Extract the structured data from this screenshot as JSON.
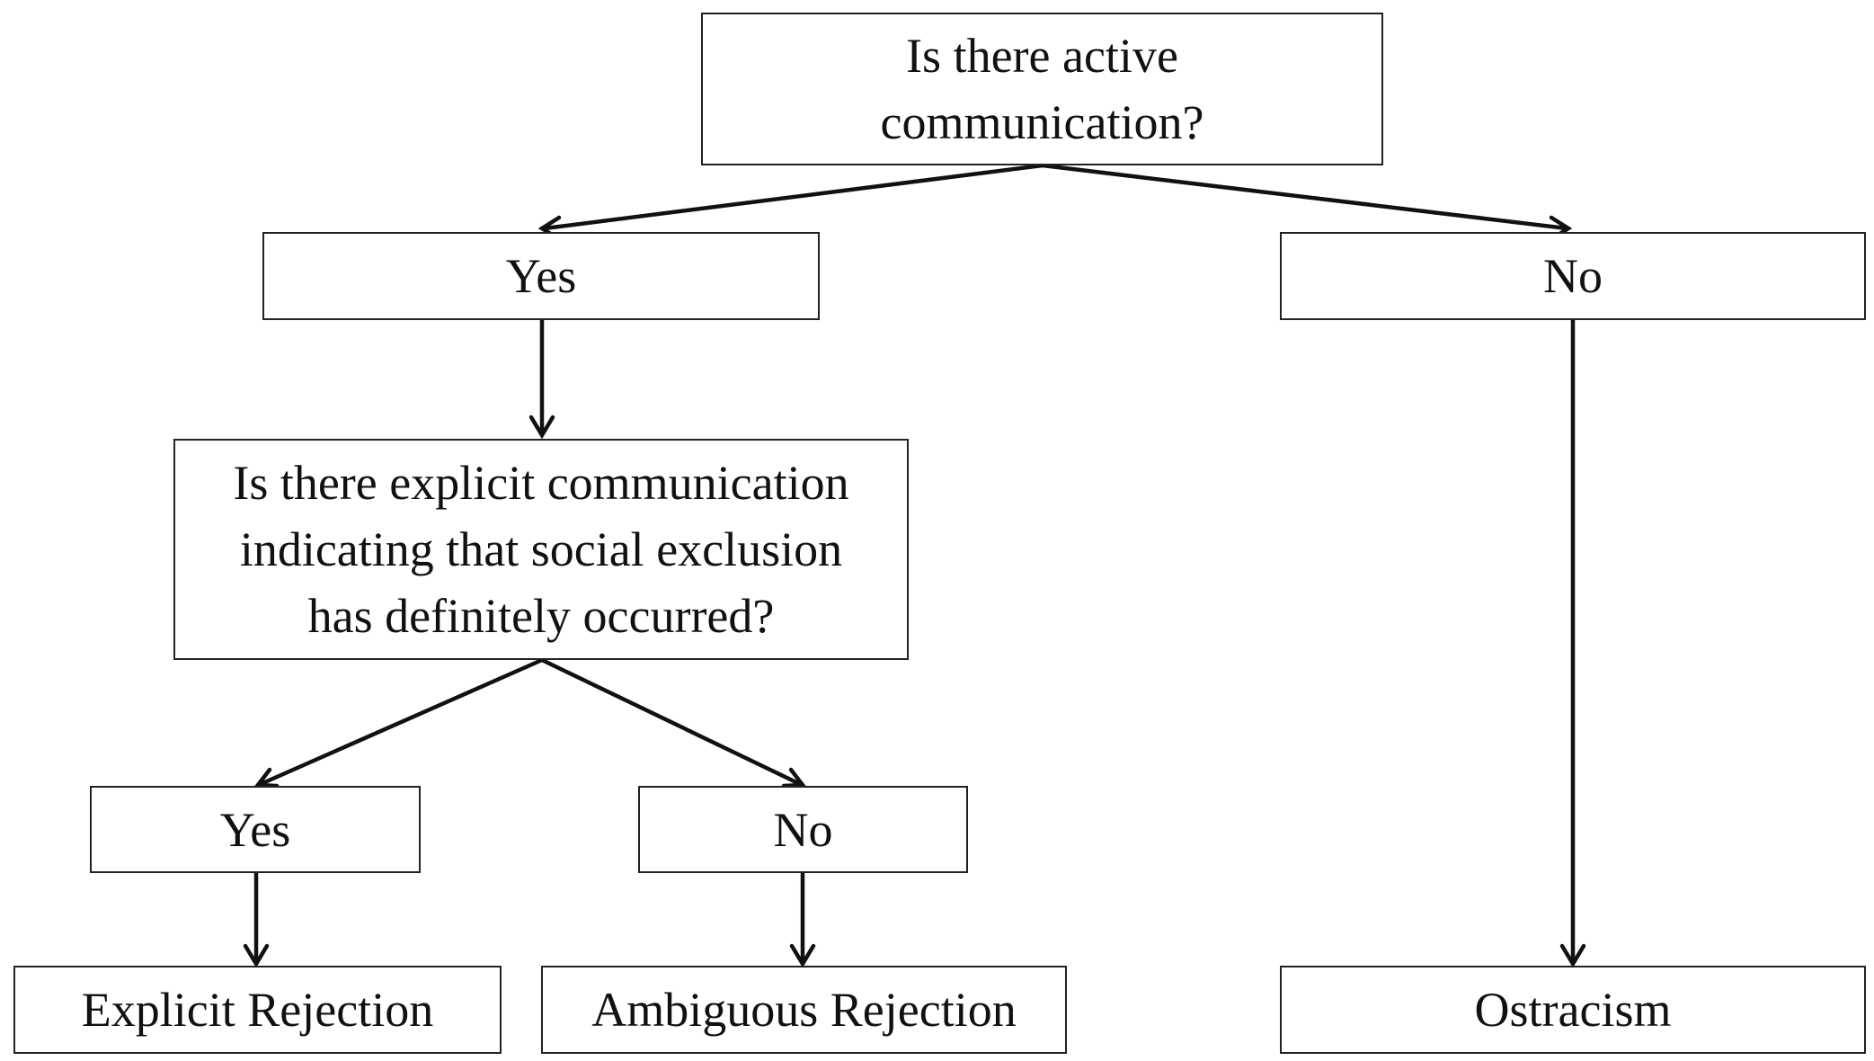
{
  "diagram": {
    "nodes": {
      "q1": {
        "text": "Is there active\ncommunication?"
      },
      "yes1": {
        "text": "Yes"
      },
      "no1": {
        "text": "No"
      },
      "q2": {
        "text": "Is there explicit communication\nindicating that social exclusion\nhas definitely occurred?"
      },
      "yes2": {
        "text": "Yes"
      },
      "no2": {
        "text": "No"
      },
      "explicit": {
        "text": "Explicit Rejection"
      },
      "ambiguous": {
        "text": "Ambiguous Rejection"
      },
      "ostracism": {
        "text": "Ostracism"
      }
    },
    "edges": [
      {
        "from": "q1",
        "to": "yes1"
      },
      {
        "from": "q1",
        "to": "no1"
      },
      {
        "from": "yes1",
        "to": "q2"
      },
      {
        "from": "no1",
        "to": "ostracism"
      },
      {
        "from": "q2",
        "to": "yes2"
      },
      {
        "from": "q2",
        "to": "no2"
      },
      {
        "from": "yes2",
        "to": "explicit"
      },
      {
        "from": "no2",
        "to": "ambiguous"
      }
    ],
    "colors": {
      "line": "#111111",
      "border": "#222222",
      "background": "#ffffff"
    }
  }
}
